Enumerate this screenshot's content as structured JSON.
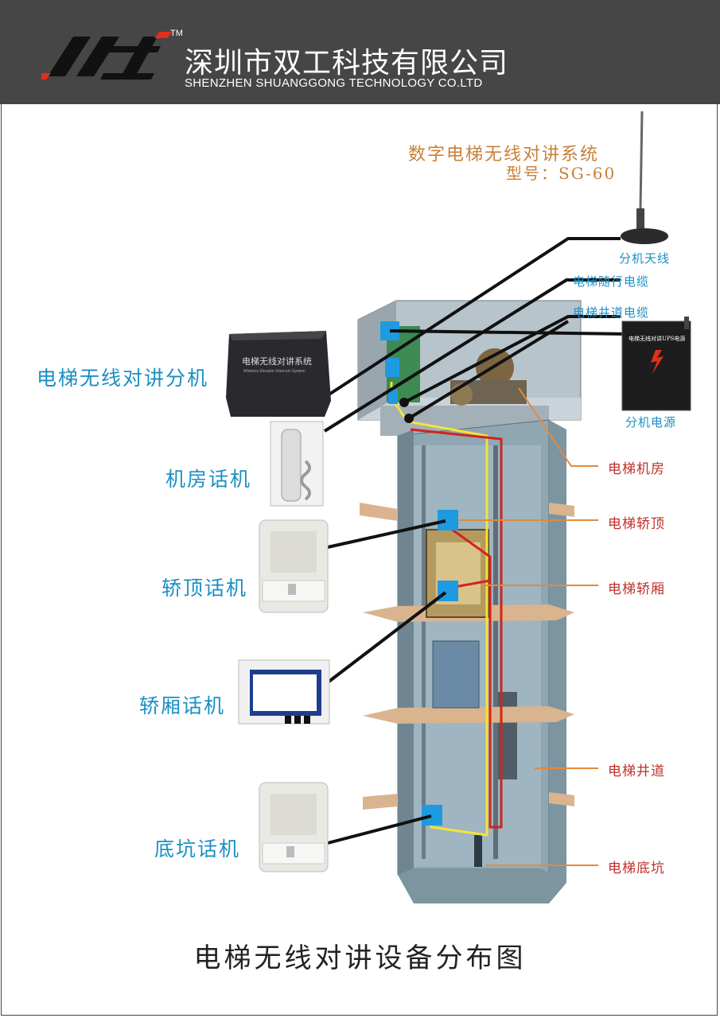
{
  "header": {
    "logo_text": "双工",
    "trademark": "TM",
    "company_cn": "深圳市双工科技有限公司",
    "company_en": "SHENZHEN SHUANGGONG TECHNOLOGY CO.LTD"
  },
  "system": {
    "title": "数字电梯无线对讲系统",
    "model": "型号：SG-60"
  },
  "devices": {
    "antenna": "分机天线",
    "traveling_cable": "电梯随行电缆",
    "shaft_cable": "电梯井道电缆",
    "extension_unit": "电梯无线对讲分机",
    "extension_unit_panel": "电梯无线对讲系统",
    "extension_unit_panel_en": "Wireless Elevator Intercom System",
    "power_supply": "分机电源",
    "power_supply_panel": "电梯无线对讲UPS电源",
    "machine_room_phone": "机房话机",
    "car_top_phone": "轿顶话机",
    "car_phone": "轿厢话机",
    "pit_phone": "底坑话机"
  },
  "zones": {
    "machine_room": "电梯机房",
    "car_top": "电梯轿顶",
    "car": "电梯轿厢",
    "shaft": "电梯井道",
    "pit": "电梯底坑"
  },
  "footer": {
    "title": "电梯无线对讲设备分布图"
  },
  "colors": {
    "header_bg": "#464646",
    "brand_red": "#e0301e",
    "label_blue": "#1a8fc4",
    "label_red": "#c0302a",
    "title_orange": "#c8803a",
    "node_blue": "#1e9be0",
    "cable_yellow": "#f2e43a",
    "cable_red": "#d2231f",
    "leader_orange": "#e38a3a"
  }
}
